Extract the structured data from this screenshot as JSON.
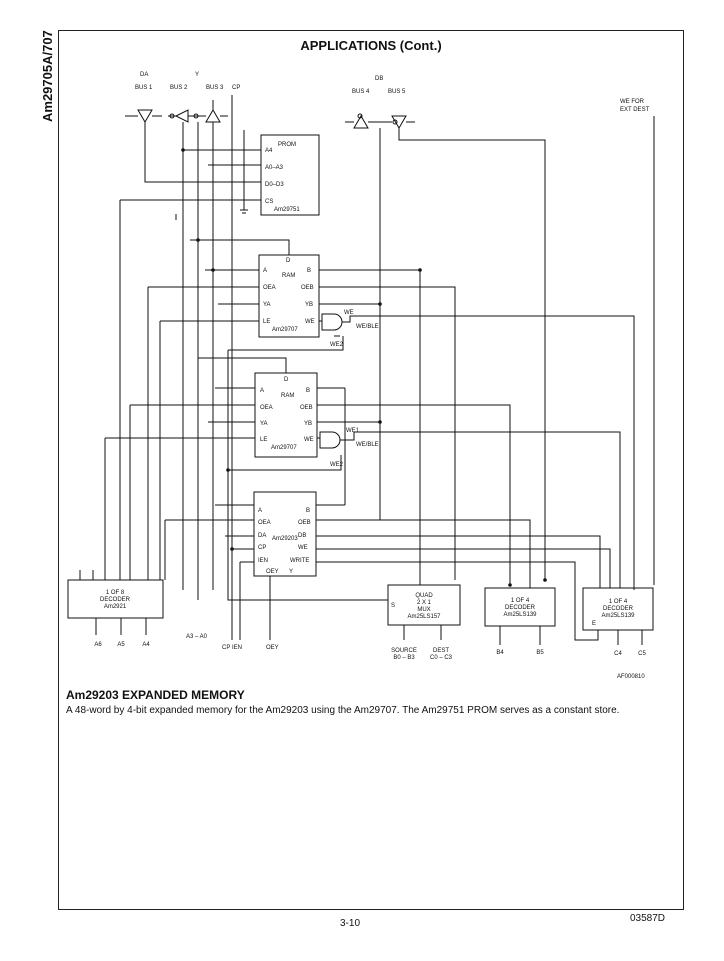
{
  "side_title": "Am29705A/707",
  "heading": "APPLICATIONS (Cont.)",
  "bus_labels": {
    "da": "DA",
    "db": "DB",
    "y": "Y",
    "cp": "CP",
    "bus1": "BUS 1",
    "bus2": "BUS 2",
    "bus3": "BUS 3",
    "bus4": "BUS 4",
    "bus5": "BUS 5",
    "we_ext_1": "WE FOR",
    "we_ext_2": "EXT DEST"
  },
  "prom": {
    "title": "PROM",
    "part": "Am29751",
    "pins": [
      "A4",
      "A0–A3",
      "D0–D3",
      "CS"
    ]
  },
  "ram1": {
    "title": "RAM",
    "part": "Am29707",
    "top_pin": "D",
    "left_pins": [
      "A",
      "OEA",
      "YA",
      "LE"
    ],
    "right_pins": [
      "B",
      "OEB",
      "YB",
      "WE"
    ],
    "gate_labels": [
      "WE",
      "WE/BLE",
      "WE2"
    ]
  },
  "ram2": {
    "title": "RAM",
    "part": "Am29707",
    "top_pin": "D",
    "left_pins": [
      "A",
      "OEA",
      "YA",
      "LE"
    ],
    "right_pins": [
      "B",
      "OEB",
      "YB",
      "WE"
    ],
    "gate_labels": [
      "WE1",
      "WE/BLE",
      "WE2"
    ]
  },
  "alu": {
    "part": "Am29203",
    "left_pins": [
      "A",
      "OEA",
      "DA",
      "CP",
      "IEN"
    ],
    "right_pins": [
      "B",
      "OEB",
      "DB",
      "WE",
      "WRITE"
    ],
    "bottom_pins": [
      "OEY",
      "Y"
    ]
  },
  "decoder1": {
    "lines": [
      "1 OF 8",
      "DECODER",
      "Am2921"
    ],
    "outputs": [
      "A6",
      "A5",
      "A4"
    ]
  },
  "mux": {
    "lines": [
      "QUAD",
      "2 X 1",
      "MUX",
      "Am25LS157"
    ],
    "s_pin": "S",
    "outputs": [
      "SOURCE",
      "B0 – B3",
      "DEST",
      "C0 – C3"
    ]
  },
  "decoder2": {
    "lines": [
      "1 OF 4",
      "DECODER",
      "Am25LS139"
    ],
    "outputs": [
      "B4",
      "B5"
    ]
  },
  "decoder3": {
    "lines": [
      "1 OF 4",
      "DECODER",
      "Am25LS139"
    ],
    "e_pin": "E",
    "outputs": [
      "C4",
      "C5"
    ]
  },
  "bottom_labels": [
    "A3 – A0",
    "CP",
    "IEN",
    "OEY"
  ],
  "figure_id": "AF000810",
  "caption_title": "Am29203 EXPANDED MEMORY",
  "caption_text": "A 48-word by 4-bit expanded memory for the Am29203 using the Am29707. The Am29751 PROM serves as a constant store.",
  "page_number": "3-10",
  "doc_number": "03587D"
}
